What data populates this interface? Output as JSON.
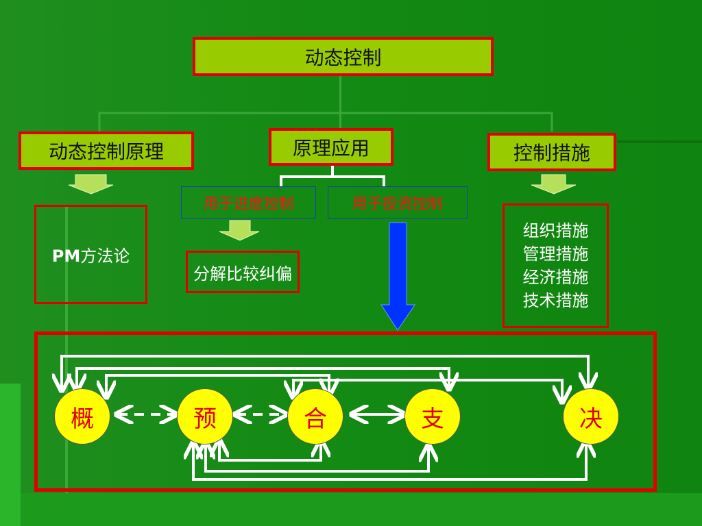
{
  "top": {
    "title": "动态控制"
  },
  "branches": {
    "left": "动态控制原理",
    "middle": "原理应用",
    "right": "控制措施"
  },
  "sub": {
    "schedule": "用于进度控制",
    "investment": "用于投资控制"
  },
  "leaves": {
    "pm_prefix": "PM",
    "pm_rest": "方法论",
    "decompose": "分解比较纠偏",
    "measures": [
      "组织措施",
      "管理措施",
      "经济措施",
      "技术措施"
    ]
  },
  "cycle": {
    "nodes": [
      "概",
      "预",
      "合",
      "支",
      "决"
    ]
  },
  "colors": {
    "background": "#138a13",
    "header_fill": "#99cc00",
    "border_red": "#e00000",
    "node_yellow": "#ffff00",
    "down_arrow_blue": "#0033ff"
  }
}
